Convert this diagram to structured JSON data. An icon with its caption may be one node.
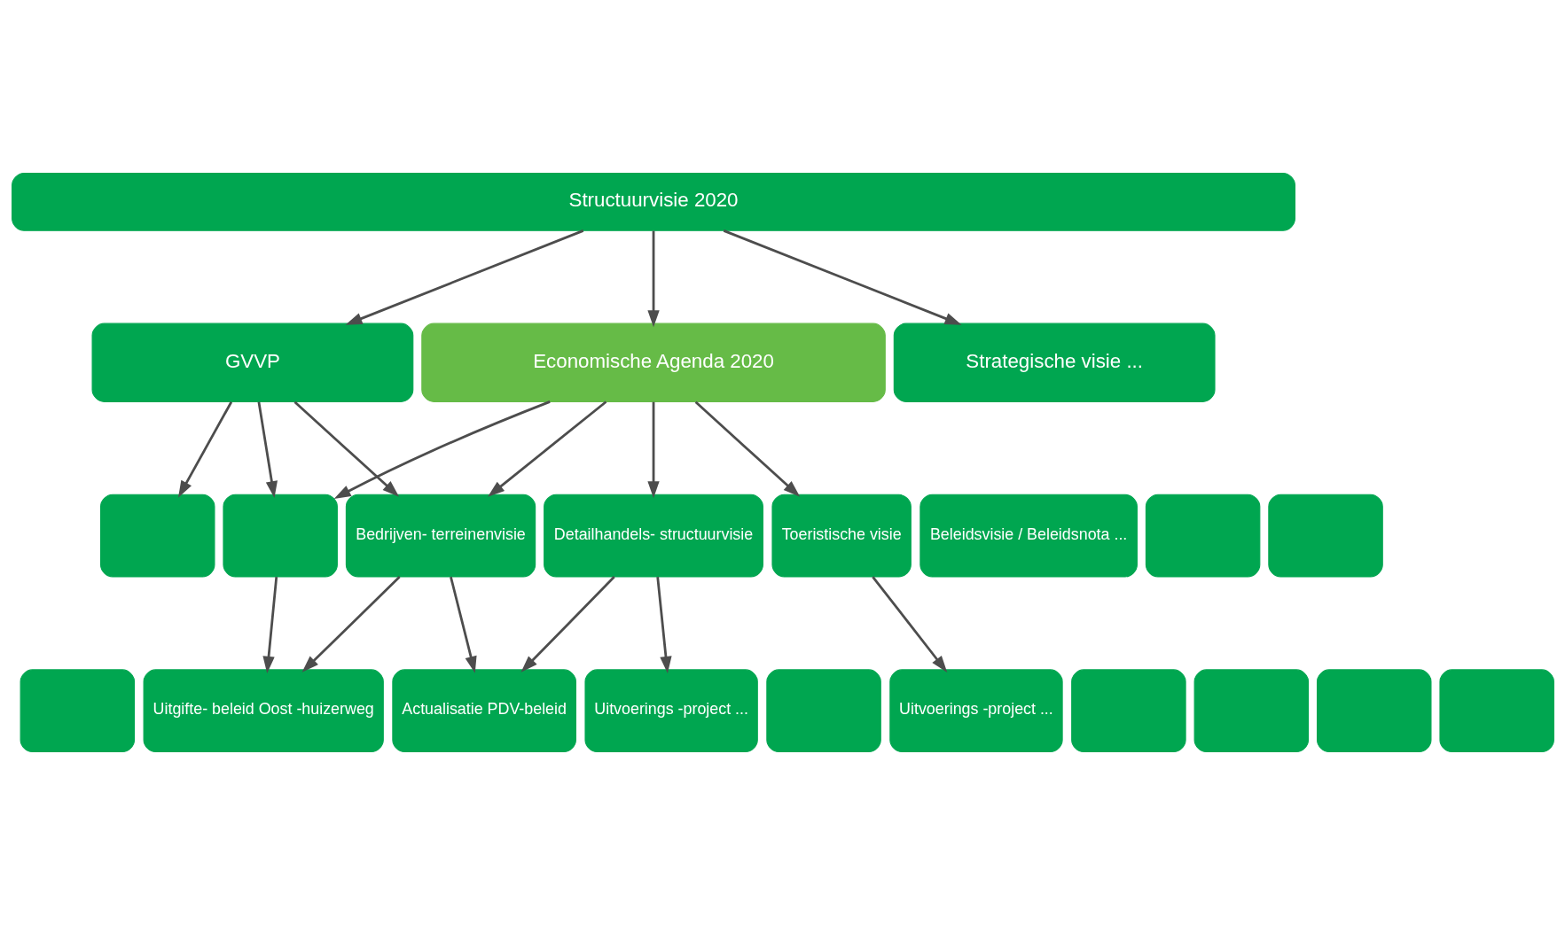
{
  "diagram": {
    "nodes": [
      {
        "text": [
          "Structuurvisie 2020"
        ]
      },
      {
        "text": [
          "GVVP"
        ]
      },
      {
        "text": [
          "Economische Agenda 2020"
        ]
      },
      {
        "text": [
          "Strategische visie ..."
        ]
      },
      {
        "text": [],
        "shape": "box"
      },
      {
        "text": [],
        "shape": "box"
      },
      {
        "text": [
          "Bedrijven- terreinenvisie"
        ]
      },
      {
        "text": [
          "Detailhandels- structuurvisie"
        ]
      },
      {
        "text": [
          "Toeristische visie"
        ]
      },
      {
        "text": [
          "Beleidsvisie / Beleidsnota ..."
        ]
      },
      {
        "text": [],
        "shape": "box"
      },
      {
        "text": [],
        "shape": "box"
      },
      {
        "text": [],
        "shape": "box"
      },
      {
        "text": [
          "Uitgifte- beleid Oost -huizerweg"
        ]
      },
      {
        "text": [
          "Actualisatie PDV-beleid"
        ]
      },
      {
        "text": [
          "Uitvoerings -project ..."
        ]
      },
      {
        "text": [],
        "shape": "box"
      },
      {
        "text": [
          "Uitvoerings -project ..."
        ]
      },
      {
        "text": [],
        "shape": "box"
      },
      {
        "text": [],
        "shape": "box"
      },
      {
        "text": [],
        "shape": "box"
      },
      {
        "text": [],
        "shape": "box"
      }
    ],
    "edges": [
      {
        "from": 0,
        "to": 1,
        "arrow": "to"
      },
      {
        "from": 0,
        "to": 2,
        "arrow": "to"
      },
      {
        "from": 0,
        "to": 3,
        "arrow": "to"
      },
      {
        "from": 1,
        "to": 4,
        "arrow": "to"
      },
      {
        "from": 1,
        "to": 5,
        "arrow": "to"
      },
      {
        "from": 1,
        "to": 6,
        "arrow": "to"
      },
      {
        "from": 2,
        "to": 5,
        "arrow": "to"
      },
      {
        "from": 2,
        "to": 6,
        "arrow": "to"
      },
      {
        "from": 2,
        "to": 7,
        "arrow": "to"
      },
      {
        "from": 2,
        "to": 8,
        "arrow": "to"
      },
      {
        "from": 5,
        "to": 13,
        "arrow": "to"
      },
      {
        "from": 6,
        "to": 13,
        "arrow": "to"
      },
      {
        "from": 6,
        "to": 14,
        "arrow": "to"
      },
      {
        "from": 7,
        "to": 14,
        "arrow": "to"
      },
      {
        "from": 7,
        "to": 15,
        "arrow": "to"
      },
      {
        "from": 8,
        "to": 17,
        "arrow": "to"
      }
    ]
  }
}
